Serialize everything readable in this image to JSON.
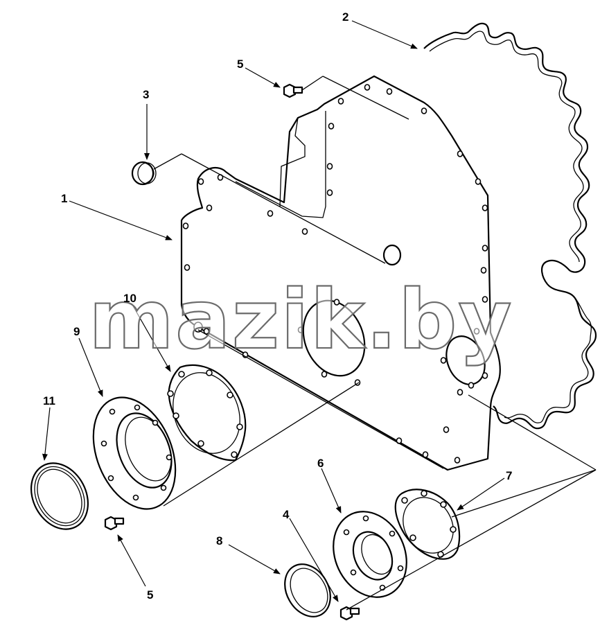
{
  "callouts": [
    "1",
    "2",
    "3",
    "4",
    "5",
    "6",
    "7",
    "8",
    "9",
    "10",
    "11"
  ],
  "callout_5_lower": "5",
  "watermark": "mazik.by"
}
